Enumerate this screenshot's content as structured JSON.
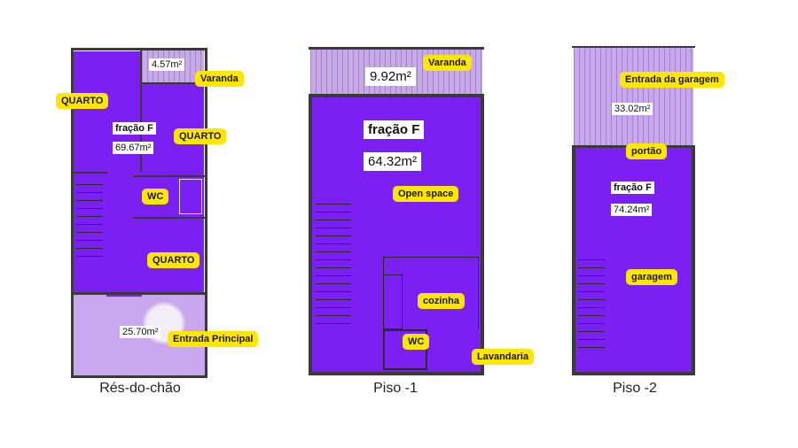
{
  "plans": [
    {
      "caption": "Rés-do-chão",
      "fraction_label": "fração F",
      "fraction_area": "69.67m²",
      "balcony_area": "4.57m²",
      "entry_area": "25.70m²",
      "tags": {
        "varanda": "Varanda",
        "quarto_1": "QUARTO",
        "quarto_2": "QUARTO",
        "wc": "WC",
        "quarto_3": "QUARTO",
        "entrada_principal": "Entrada Principal"
      }
    },
    {
      "caption": "Piso -1",
      "fraction_label": "fração F",
      "fraction_area": "64.32m²",
      "balcony_area": "9.92m²",
      "tags": {
        "varanda": "Varanda",
        "open_space": "Open space",
        "cozinha": "cozinha",
        "wc": "WC",
        "lavandaria": "Lavandaria"
      }
    },
    {
      "caption": "Piso -2",
      "fraction_label": "fração F",
      "fraction_area": "74.24m²",
      "entry_area": "33.02m²",
      "tags": {
        "entrada_garagem": "Entrada da garagem",
        "portao": "portão",
        "garagem": "garagem"
      }
    }
  ],
  "colors": {
    "room_fill": "#7b1ff2",
    "exterior_fill": "#c9a7ee",
    "label_bg": "#ffe600",
    "wall": "#3a3a3a"
  }
}
